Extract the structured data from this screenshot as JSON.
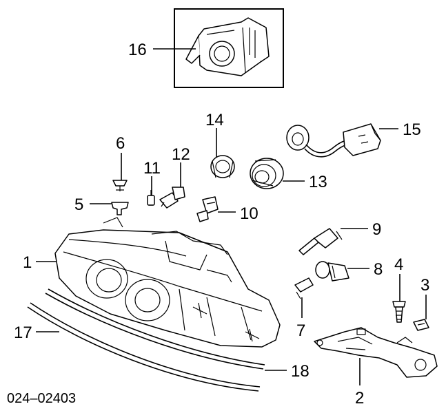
{
  "callouts": {
    "c1": "1",
    "c2": "2",
    "c3": "3",
    "c4": "4",
    "c5": "5",
    "c6": "6",
    "c7": "7",
    "c8": "8",
    "c9": "9",
    "c10": "10",
    "c11": "11",
    "c12": "12",
    "c13": "13",
    "c14": "14",
    "c15": "15",
    "c16": "16",
    "c17": "17",
    "c18": "18"
  },
  "diagram_code": "024–02403"
}
